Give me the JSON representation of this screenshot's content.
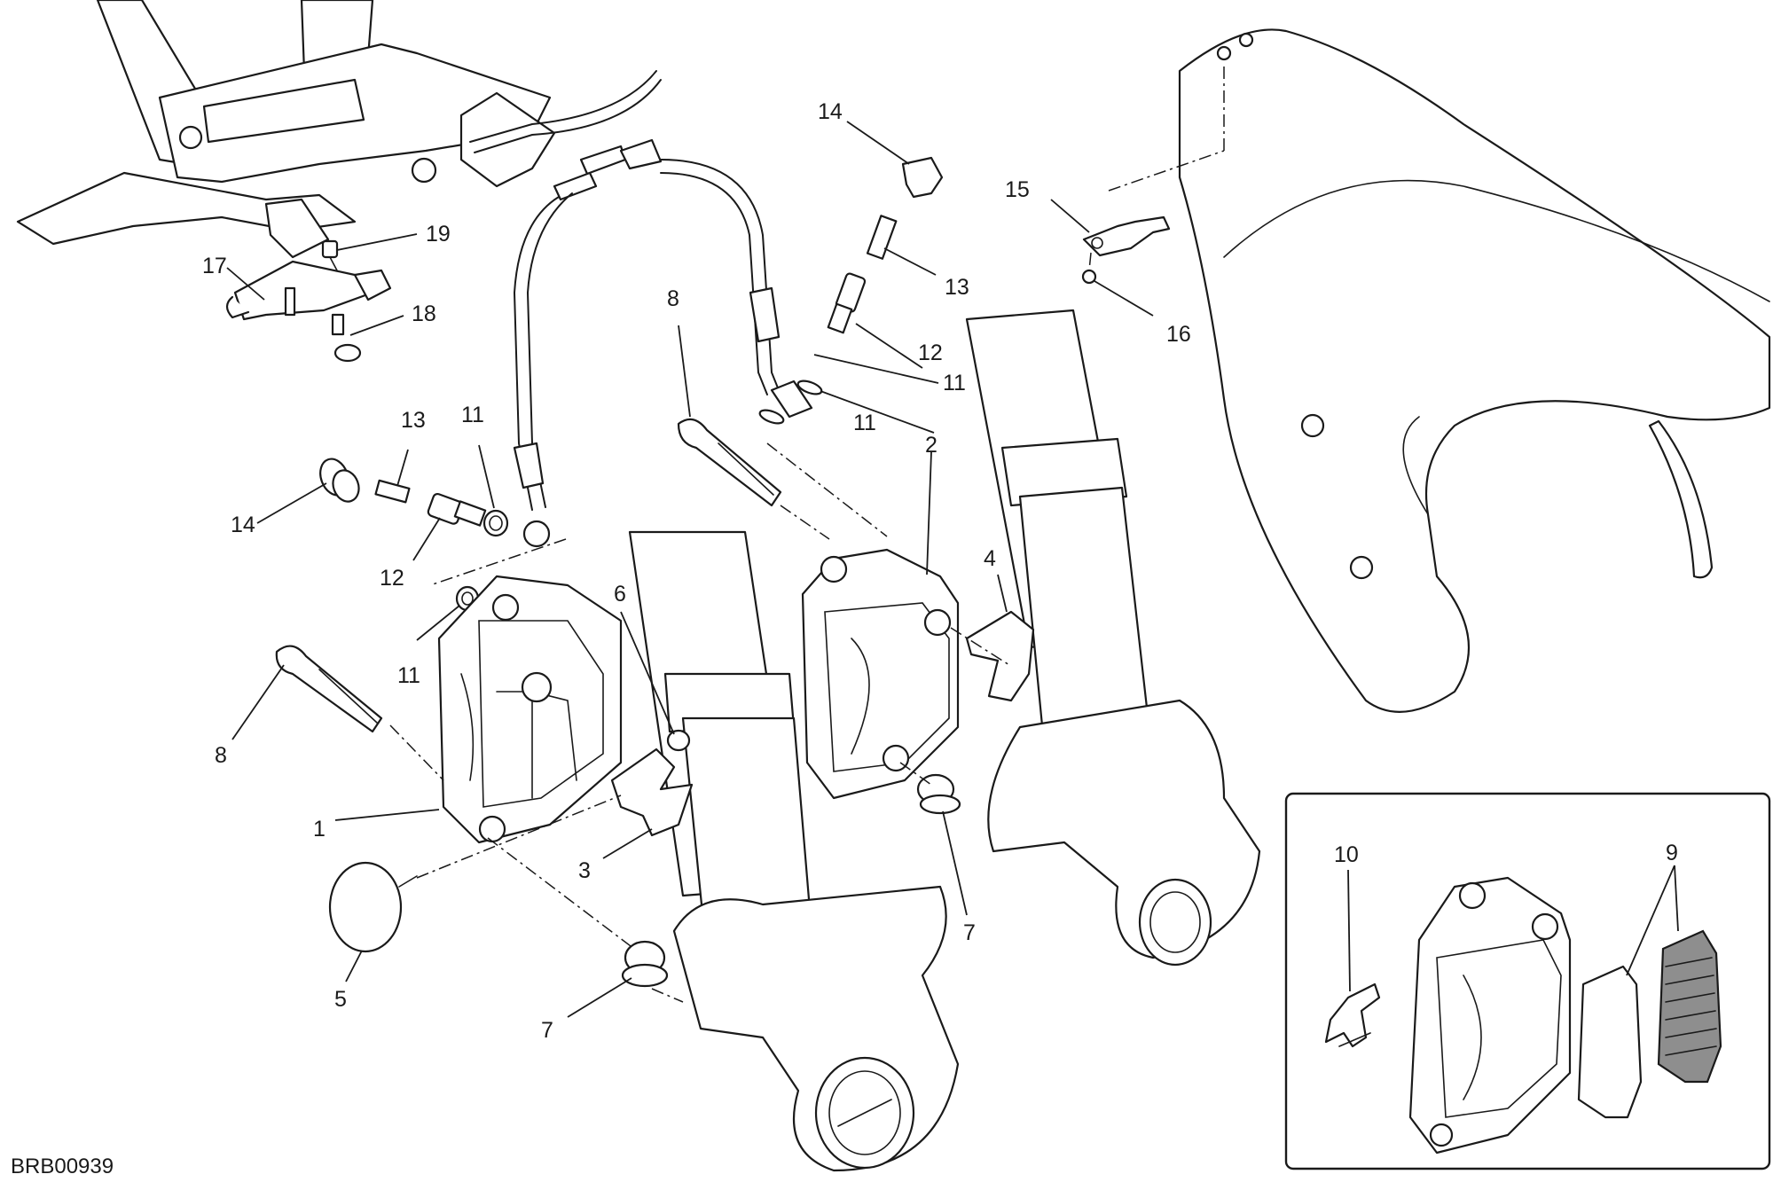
{
  "drawing_code": "BRB00939",
  "callouts": [
    "1",
    "2",
    "3",
    "4",
    "5",
    "6",
    "7",
    "7",
    "8",
    "8",
    "9",
    "10",
    "11",
    "11",
    "11",
    "11",
    "12",
    "12",
    "13",
    "13",
    "14",
    "14",
    "15",
    "16",
    "17",
    "18",
    "19"
  ],
  "colors": {
    "line": "#1a1a1a",
    "background": "#ffffff",
    "pad_fill": "#8e8e8e"
  }
}
